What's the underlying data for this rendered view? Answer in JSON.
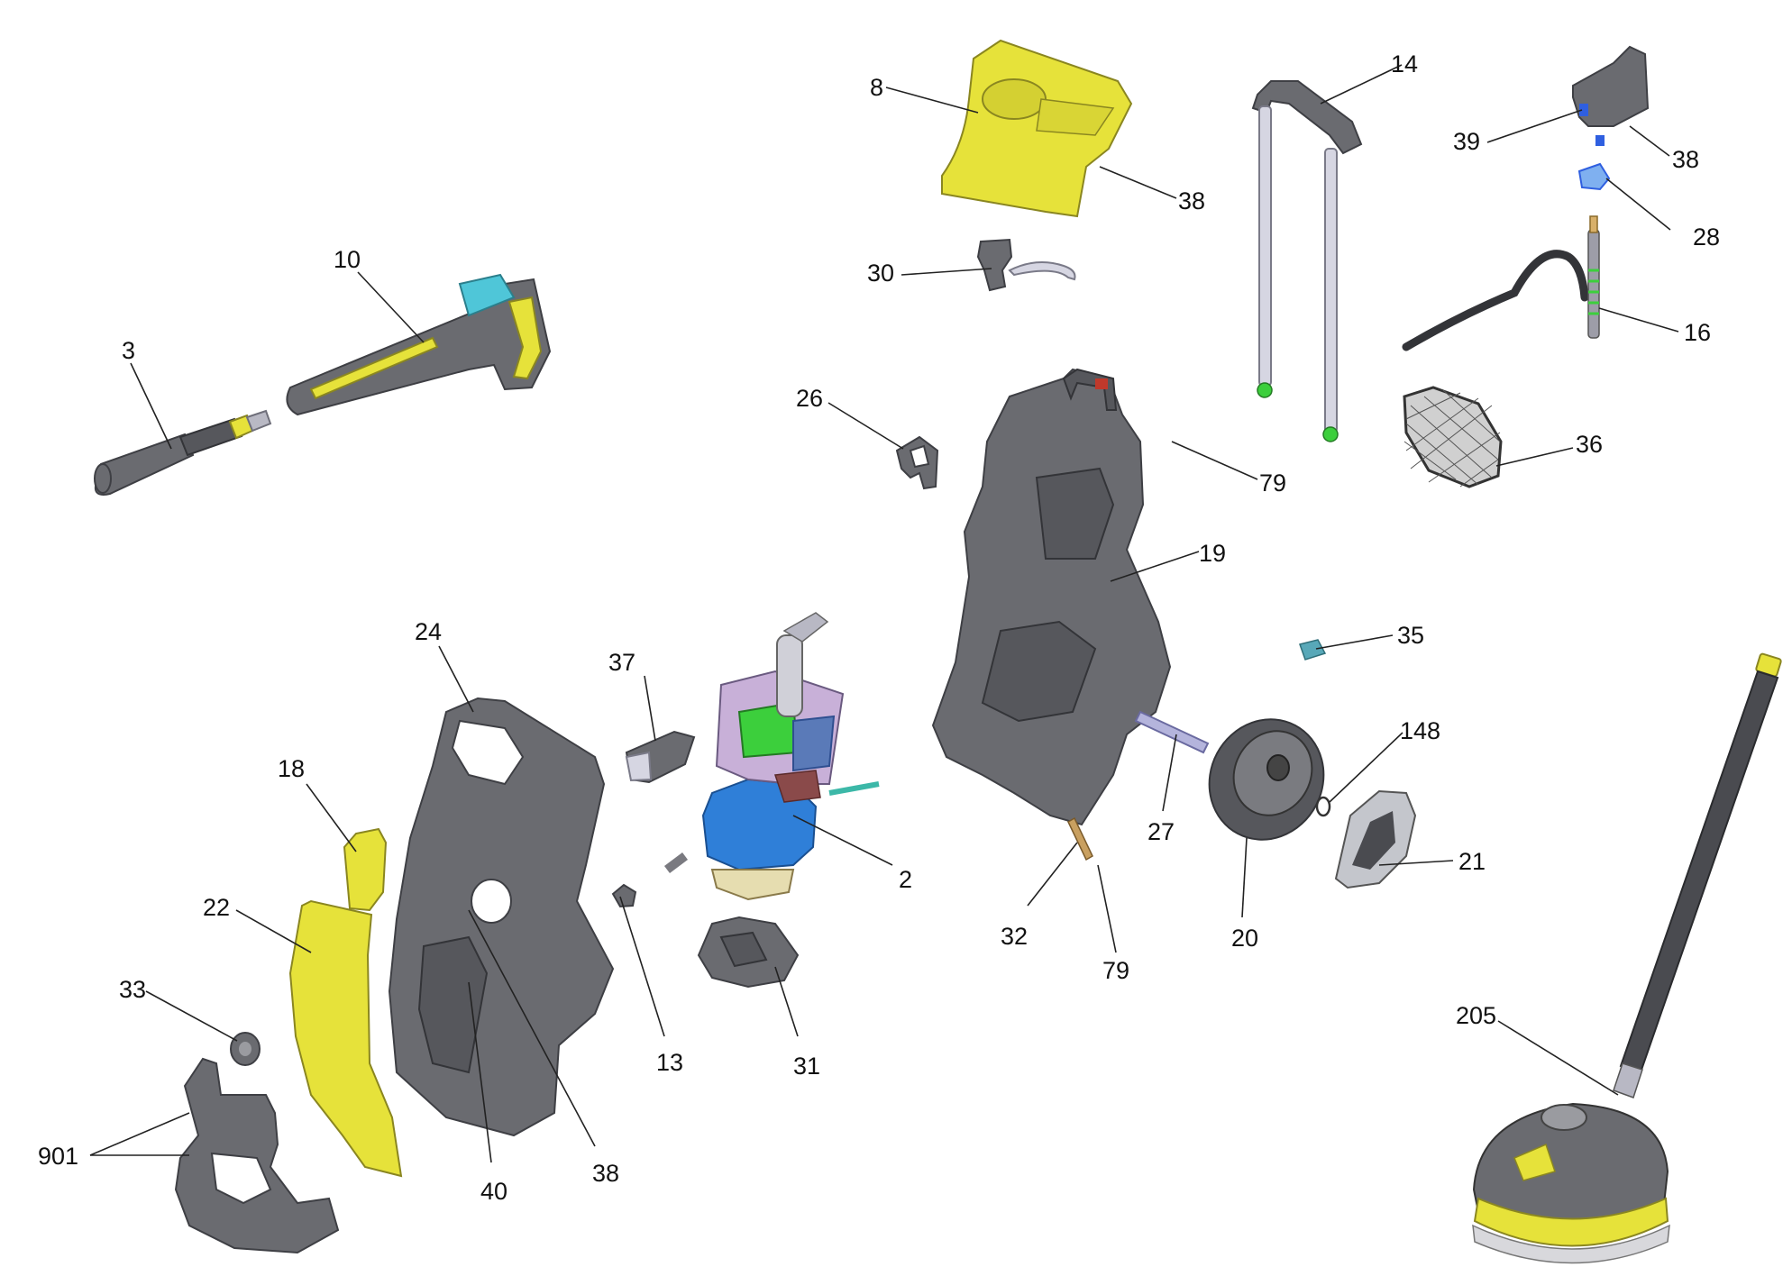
{
  "diagram": {
    "background": "#ffffff",
    "colors": {
      "housing": "#6a6b70",
      "accent_yellow": "#e6e23a",
      "metal": "#b9b9c4",
      "blue": "#2f7fd8",
      "green": "#3ccf3c"
    },
    "labels": [
      "3",
      "10",
      "8",
      "38",
      "30",
      "14",
      "39",
      "38",
      "28",
      "16",
      "26",
      "79",
      "36",
      "19",
      "24",
      "37",
      "35",
      "18",
      "27",
      "148",
      "2",
      "21",
      "22",
      "32",
      "20",
      "79",
      "33",
      "13",
      "31",
      "205",
      "901",
      "40",
      "38"
    ]
  }
}
